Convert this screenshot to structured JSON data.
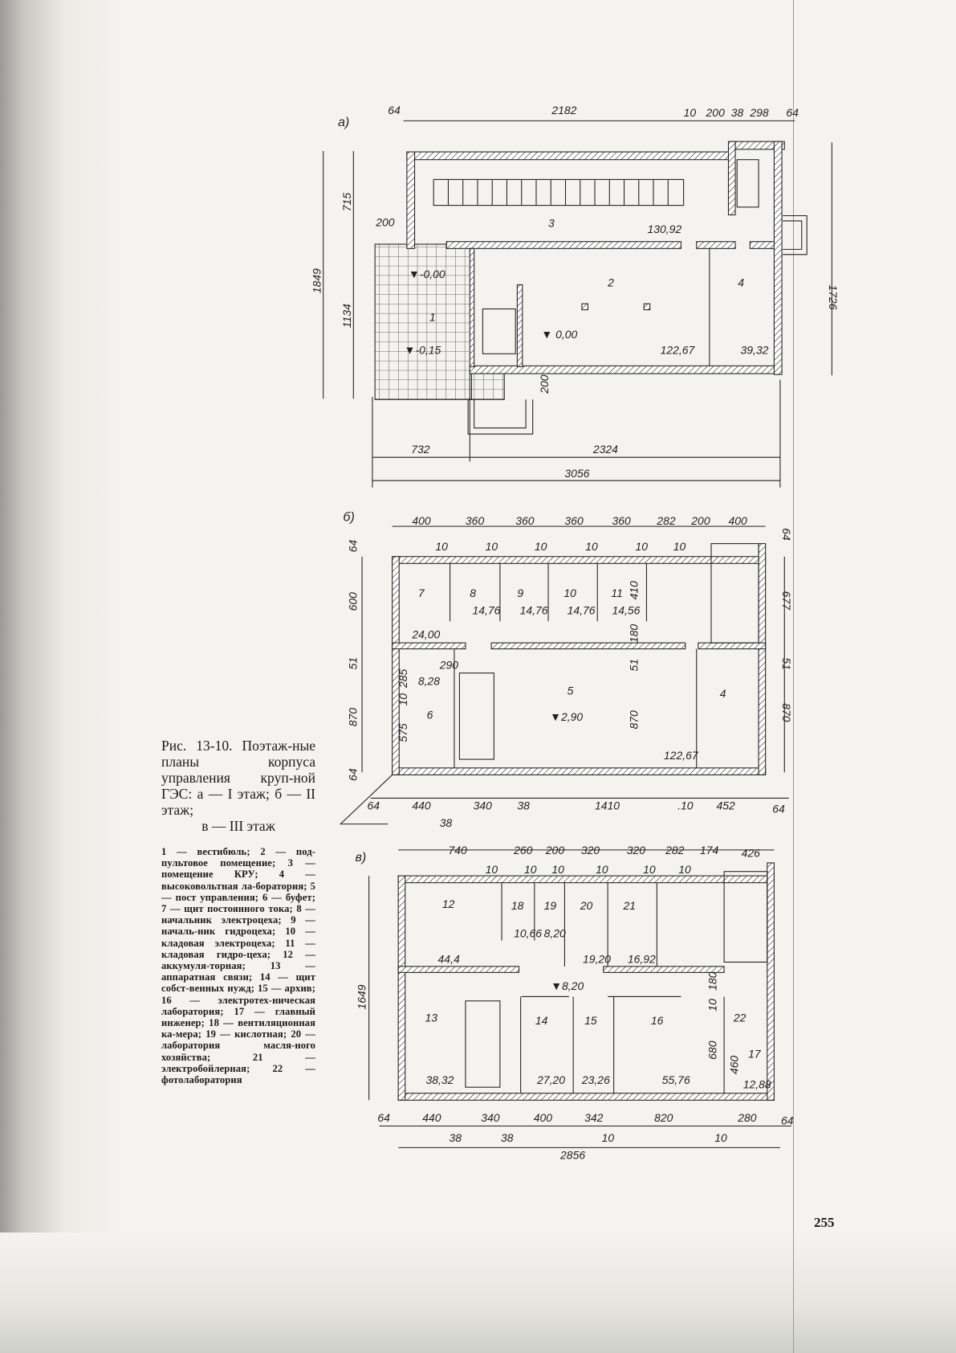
{
  "plan_a": {
    "label": "а)",
    "top_dims": [
      "64",
      "2182",
      "10",
      "200",
      "38",
      "298",
      "64"
    ],
    "left_dims": [
      "1849",
      "715",
      "1134"
    ],
    "right_dims": [
      "1726"
    ],
    "bottom_dims": [
      "732",
      "2324",
      "3056"
    ],
    "misc_dims": [
      "200",
      "200"
    ],
    "rooms": [
      "1",
      "2",
      "3",
      "4"
    ],
    "areas": [
      "130,92",
      "122,67",
      "39,32"
    ],
    "levels": [
      "▼-0,00",
      "▼-0,15",
      "▼ 0,00"
    ]
  },
  "plan_b": {
    "label": "б)",
    "top_dims": [
      "400",
      "360",
      "360",
      "360",
      "360",
      "282",
      "200",
      "400"
    ],
    "wall_dims": [
      "10",
      "10",
      "10",
      "10",
      "10",
      "10"
    ],
    "side_dims": [
      "64",
      "64",
      "600",
      "51",
      "870",
      "677",
      "51",
      "870"
    ],
    "rooms": [
      "7",
      "8",
      "9",
      "10",
      "11",
      "6",
      "5",
      "4"
    ],
    "areas": [
      "14,76",
      "14,76",
      "14,76",
      "14,56",
      "24,00",
      "8,28",
      "122,67"
    ],
    "inner_dims": [
      "410",
      "180",
      "290",
      "285",
      "10",
      "575",
      "870",
      "51"
    ],
    "level": "▼2,90",
    "bottom_dims": [
      "64",
      "440",
      "340",
      "38",
      "1410",
      ".10",
      "452",
      "64",
      "38",
      "64"
    ]
  },
  "plan_c": {
    "label": "в)",
    "top_dims": [
      "740",
      "260",
      "200",
      "320",
      "320",
      "282",
      "174",
      "426"
    ],
    "wall_dims": [
      "10",
      "10",
      "10",
      "10",
      "10",
      "10"
    ],
    "left_dims": [
      "1649"
    ],
    "rooms": [
      "12",
      "18",
      "19",
      "20",
      "21",
      "13",
      "14",
      "15",
      "16",
      "22",
      "17"
    ],
    "areas": [
      "10,66",
      "8,20",
      "19,20",
      "16,92",
      "44,4",
      "38,32",
      "27,20",
      "23,26",
      "55,76",
      "12,88"
    ],
    "inner_dims": [
      "180",
      "10",
      "680",
      "460"
    ],
    "level": "▼8,20",
    "bottom_dims": [
      "64",
      "440",
      "340",
      "400",
      "342",
      "820",
      "280",
      "64"
    ],
    "sub_dims": [
      "38",
      "38",
      "10",
      "10"
    ],
    "total": "2856"
  },
  "caption": {
    "line1": "Рис. 13-10. Поэтаж-ные планы корпуса управления круп-ной ГЭС: а — I этаж; б — II этаж;",
    "line2": "в — III этаж"
  },
  "legend": "1 — вестибюль; 2 — под-пультовое помещение; 3 — помещение КРУ; 4 — высоковольтная ла-боратория; 5 — пост управления; 6 — буфет; 7 — щит постоянного тока; 8 — начальник электроцеха; 9 — началь-ник гидроцеха; 10 — кладовая электроцеха; 11 — кладовая гидро-цеха; 12 — аккумуля-торная; 13 — аппаратная связи; 14 — щит собст-венных нужд; 15 — архив; 16 — электротех-ническая лаборатория; 17 — главный инженер; 18 — вентиляционная ка-мера; 19 — кислотная; 20 — лаборатория масля-ного хозяйства; 21 — электробойлерная; 22 — фотолаборатория",
  "page_number": "255"
}
